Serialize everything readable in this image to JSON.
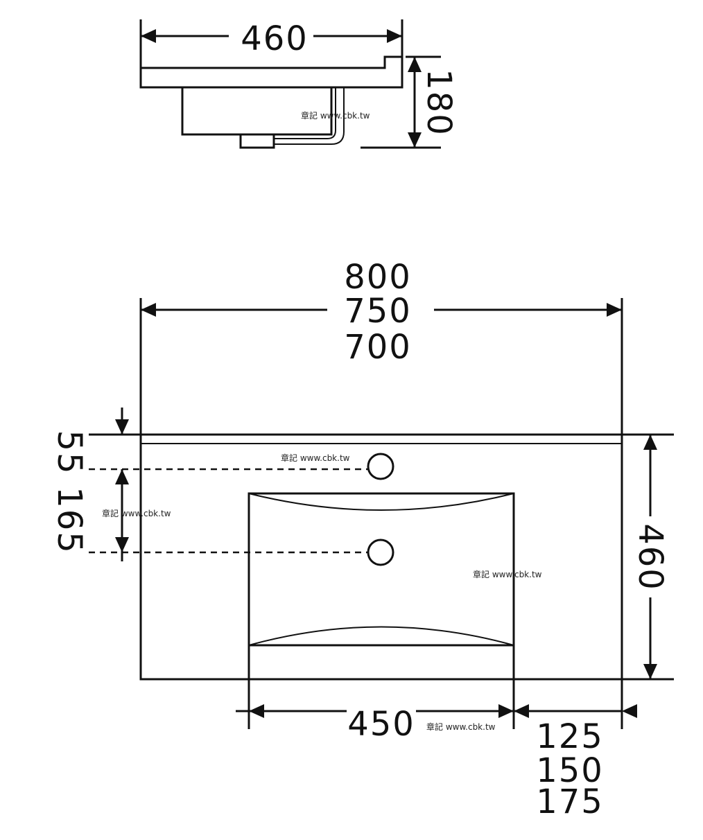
{
  "side_view": {
    "width_label": "460",
    "height_label": "180"
  },
  "top_view": {
    "widths": [
      "800",
      "750",
      "700"
    ],
    "depth_label": "460",
    "top_offset_label": "55",
    "hole_spacing_label": "165",
    "basin_width_label": "450",
    "right_offsets": [
      "125",
      "150",
      "175"
    ]
  },
  "watermarks": [
    "章記 www.cbk.tw",
    "章記 www.cbk.tw",
    "章記 www.cbk.tw",
    "章記 www.cbk.tw",
    "章記 www.cbk.tw"
  ]
}
